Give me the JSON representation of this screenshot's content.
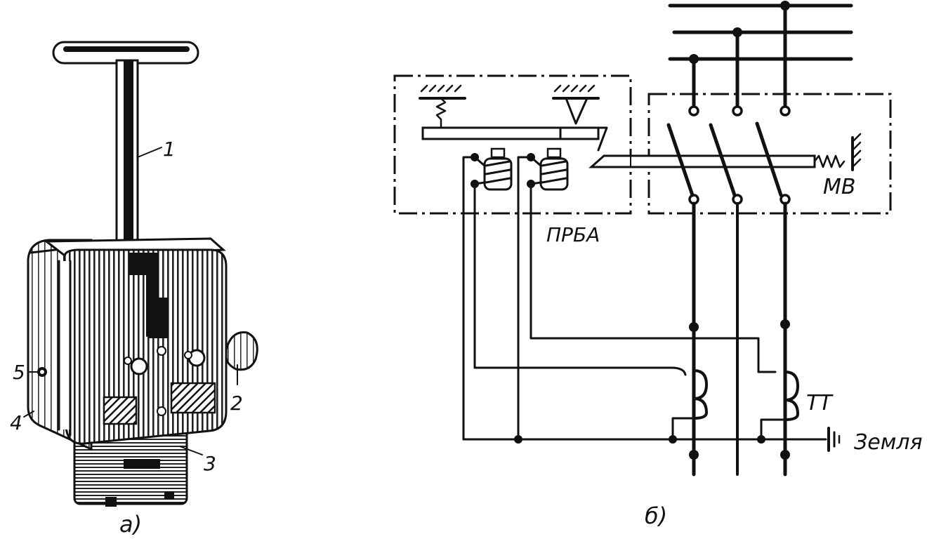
{
  "figure_a": {
    "caption": "а)",
    "labels": {
      "l1": "1",
      "l2": "2",
      "l3": "3",
      "l4": "4",
      "l5": "5"
    }
  },
  "figure_b": {
    "caption": "б)",
    "labels": {
      "prba": "ПРБА",
      "mv": "МВ",
      "tt": "ТТ",
      "earth": "Земля"
    }
  }
}
